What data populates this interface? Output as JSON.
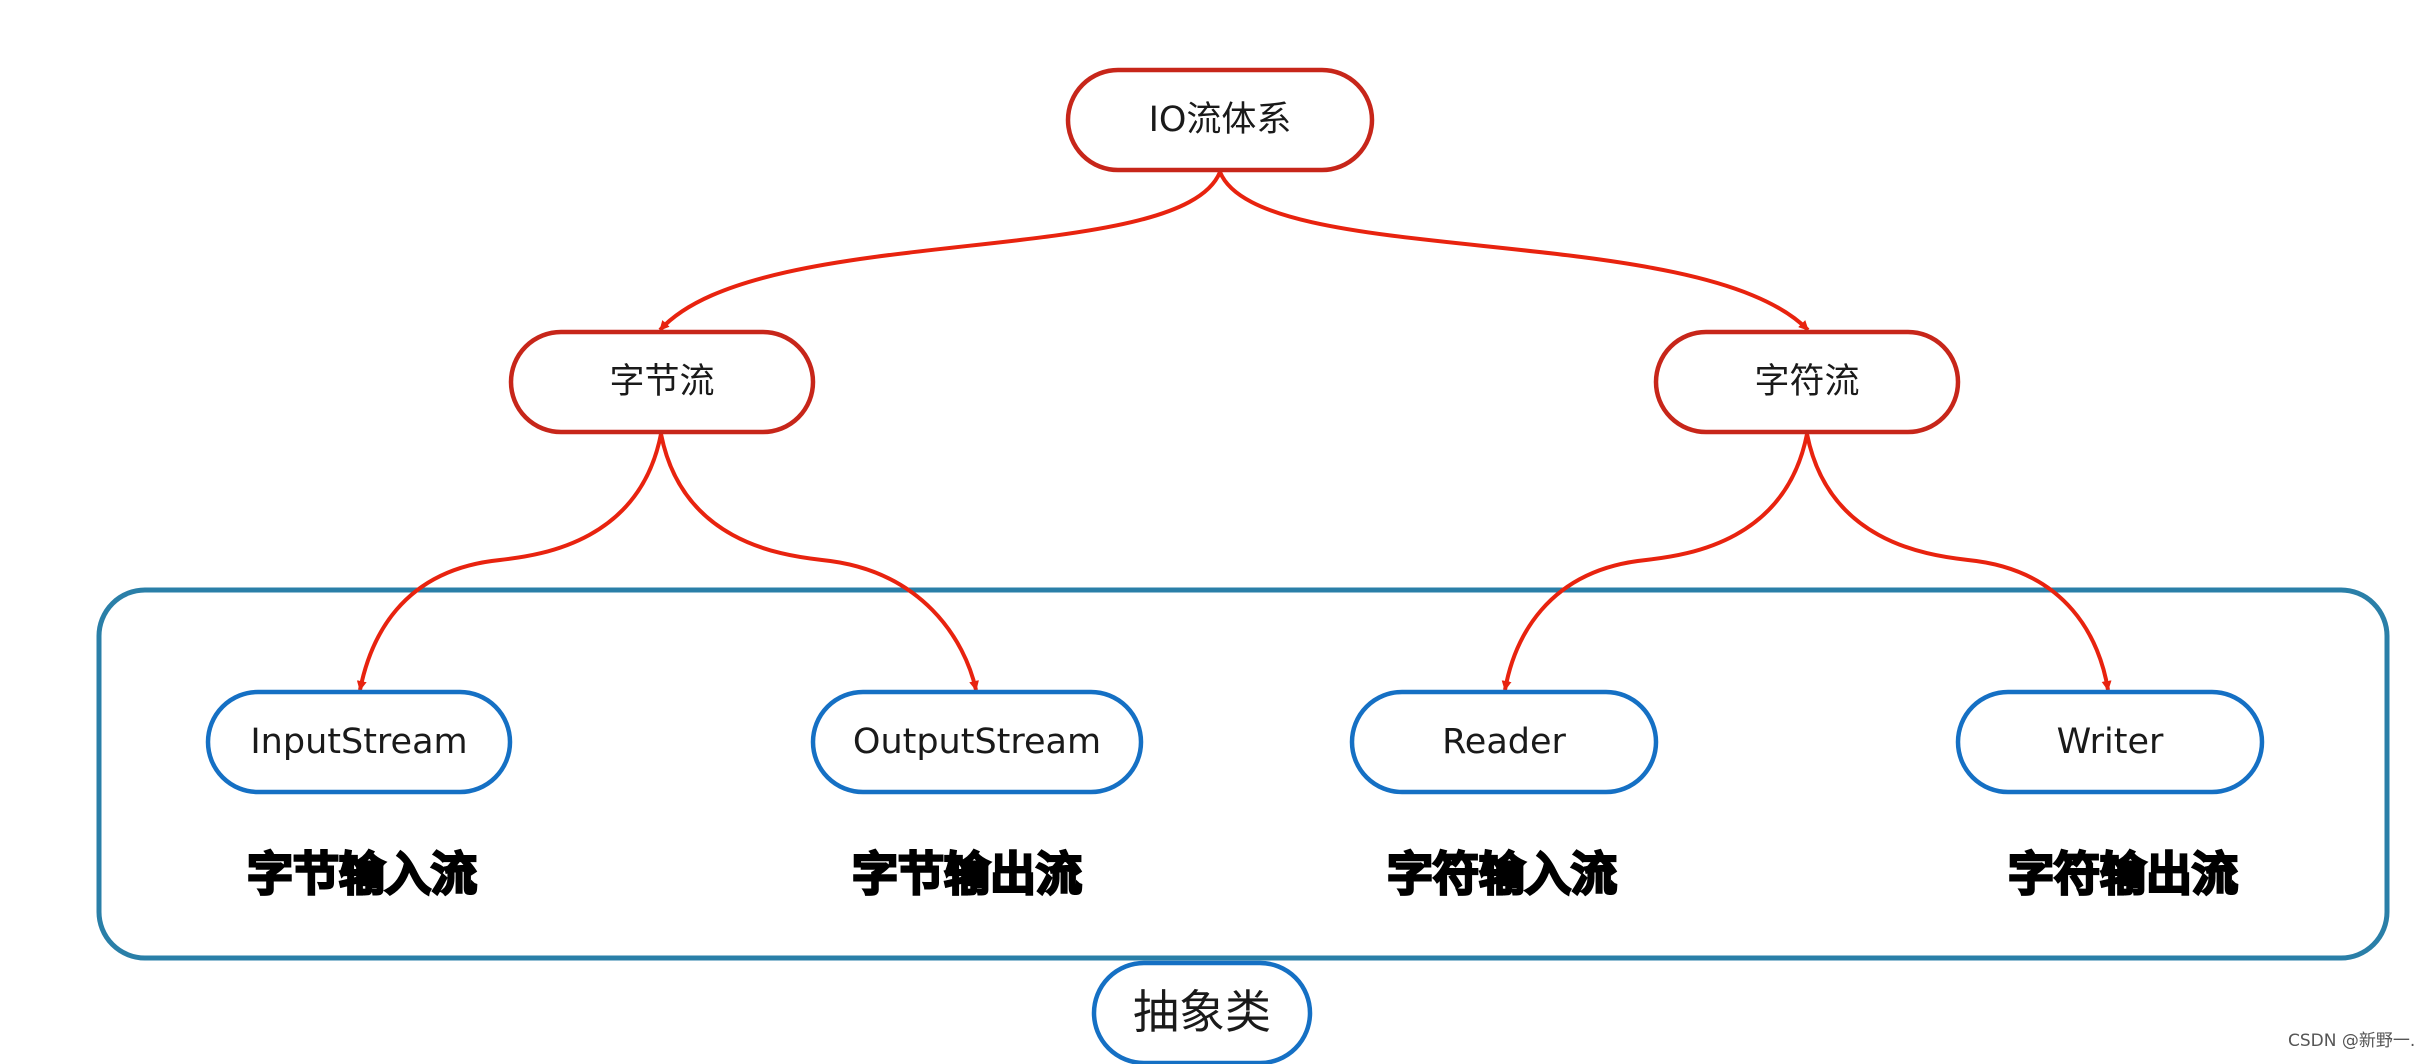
{
  "colors": {
    "arrow": "#e8230f",
    "red_node_border": "#c7261a",
    "blue_node_border": "#1570c4",
    "container_border": "#2a7fa8"
  },
  "root": {
    "label": "IO流体系"
  },
  "level1": [
    {
      "label": "字节流"
    },
    {
      "label": "字符流"
    }
  ],
  "level2": [
    {
      "label": "InputStream",
      "caption": "字节输入流"
    },
    {
      "label": "OutputStream",
      "caption": "字节输出流"
    },
    {
      "label": "Reader",
      "caption": "字符输入流"
    },
    {
      "label": "Writer",
      "caption": "字符输出流"
    }
  ],
  "container": {
    "label": "抽象类"
  },
  "watermark": "CSDN @新野一."
}
